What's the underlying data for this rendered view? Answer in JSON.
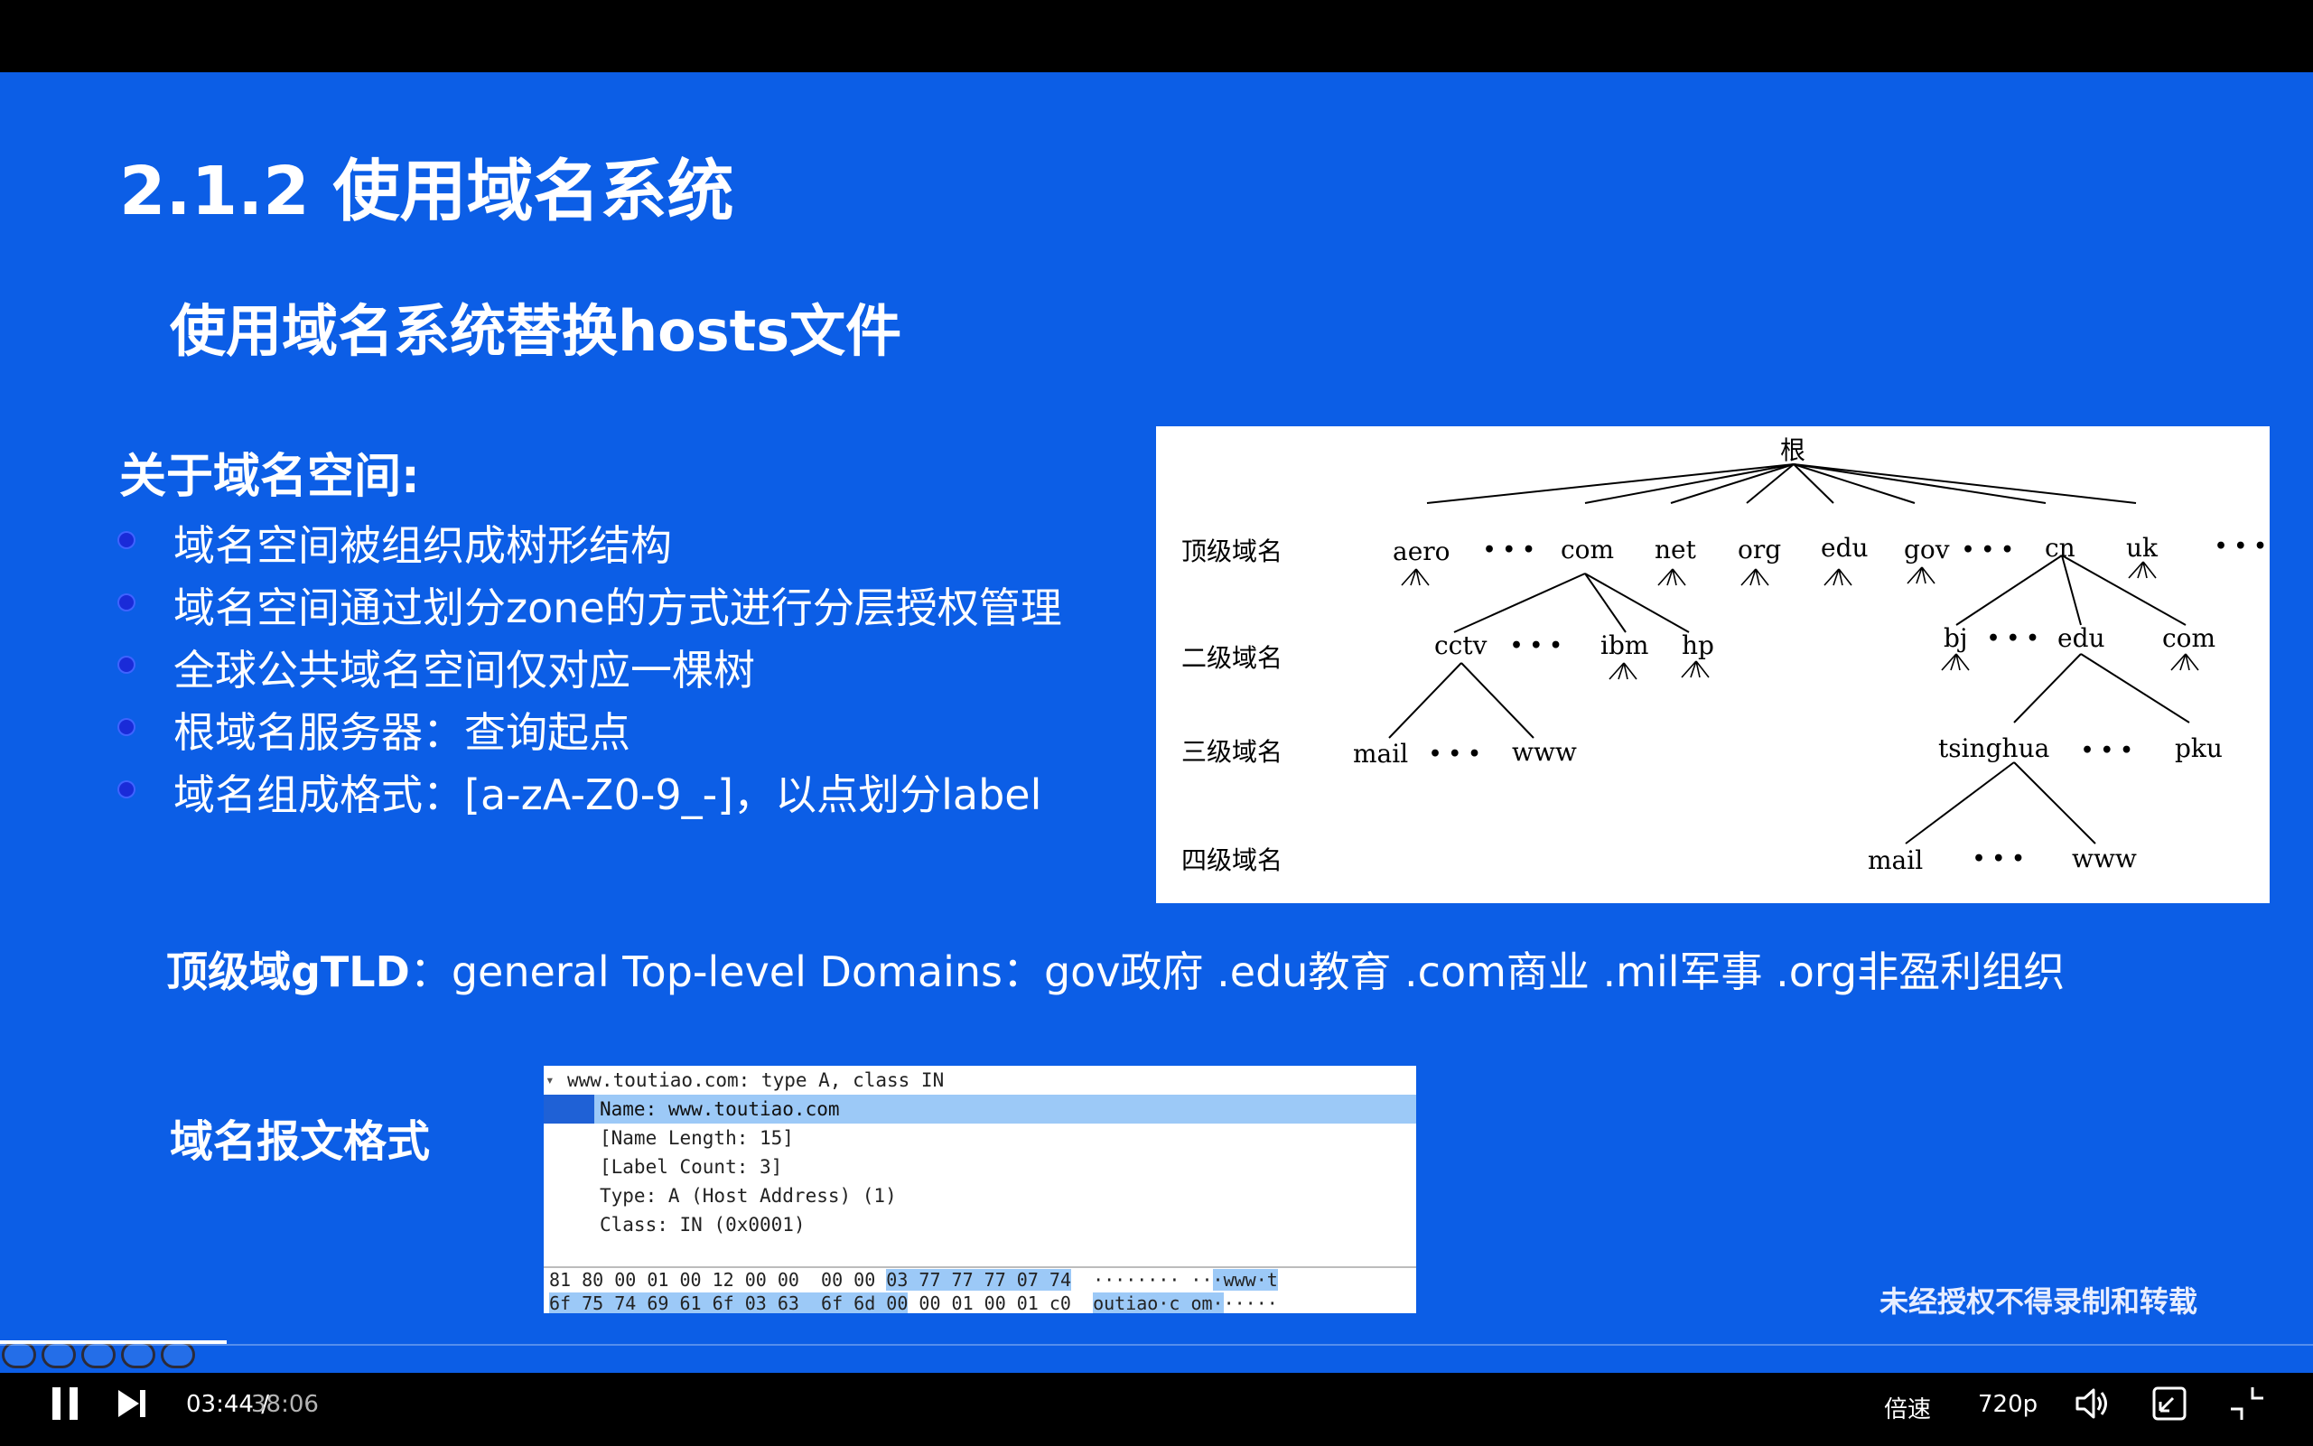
{
  "slide": {
    "title": "2.1.2 使用域名系统",
    "subtitle": "使用域名系统替换hosts文件",
    "section_heading": "关于域名空间:",
    "bullets": [
      "域名空间被组织成树形结构",
      "域名空间通过划分zone的方式进行分层授权管理",
      "全球公共域名空间仅对应一棵树",
      "根域名服务器：查询起点",
      "域名组成格式：[a-zA-Z0-9_-]，以点划分label"
    ],
    "tld_label": "顶级域gTLD",
    "tld_text": "：general Top-level Domains：gov政府 .edu教育 .com商业 .mil军事 .org非盈利组织",
    "packet_label": "域名报文格式",
    "watermark": "未经授权不得录制和转载"
  },
  "tree": {
    "root": "根",
    "levels": [
      "顶级域名",
      "二级域名",
      "三级域名",
      "四级域名"
    ],
    "top_level": [
      "aero",
      "com",
      "net",
      "org",
      "edu",
      "gov",
      "cn",
      "uk"
    ],
    "com_children": [
      "cctv",
      "ibm",
      "hp"
    ],
    "cn_children": [
      "bj",
      "edu",
      "com"
    ],
    "cctv_children": [
      "mail",
      "www"
    ],
    "edu_children": [
      "tsinghua",
      "pku"
    ],
    "tsinghua_children": [
      "mail",
      "www"
    ],
    "ellipsis": "• • •"
  },
  "packet": {
    "header": "www.toutiao.com: type A, class IN",
    "selected": "Name: www.toutiao.com",
    "fields": [
      "[Name Length: 15]",
      "[Label Count: 3]",
      "Type: A (Host Address) (1)",
      "Class: IN (0x0001)"
    ],
    "hex_rows": [
      {
        "pre": "81 80 00 01 00 12 00 00  00 00 ",
        "hl": "03 77 77 77 07 74",
        "ascii_pre": "  ········ ··",
        "ascii_hl": "·www·t",
        "ascii_post": ""
      },
      {
        "pre": "",
        "hl": "6f 75 74 69 61 6f 03 63  6f 6d 00",
        "post": " 00 01 00 01 c0",
        "ascii_pre": "  ",
        "ascii_hl": "outiao·c om·",
        "ascii_post": "·····"
      }
    ]
  },
  "player": {
    "time_current": "03:44",
    "time_separator": " / ",
    "time_total": "38:06",
    "speed_label": "倍速",
    "quality_label": "720p",
    "progress": 0.098
  }
}
